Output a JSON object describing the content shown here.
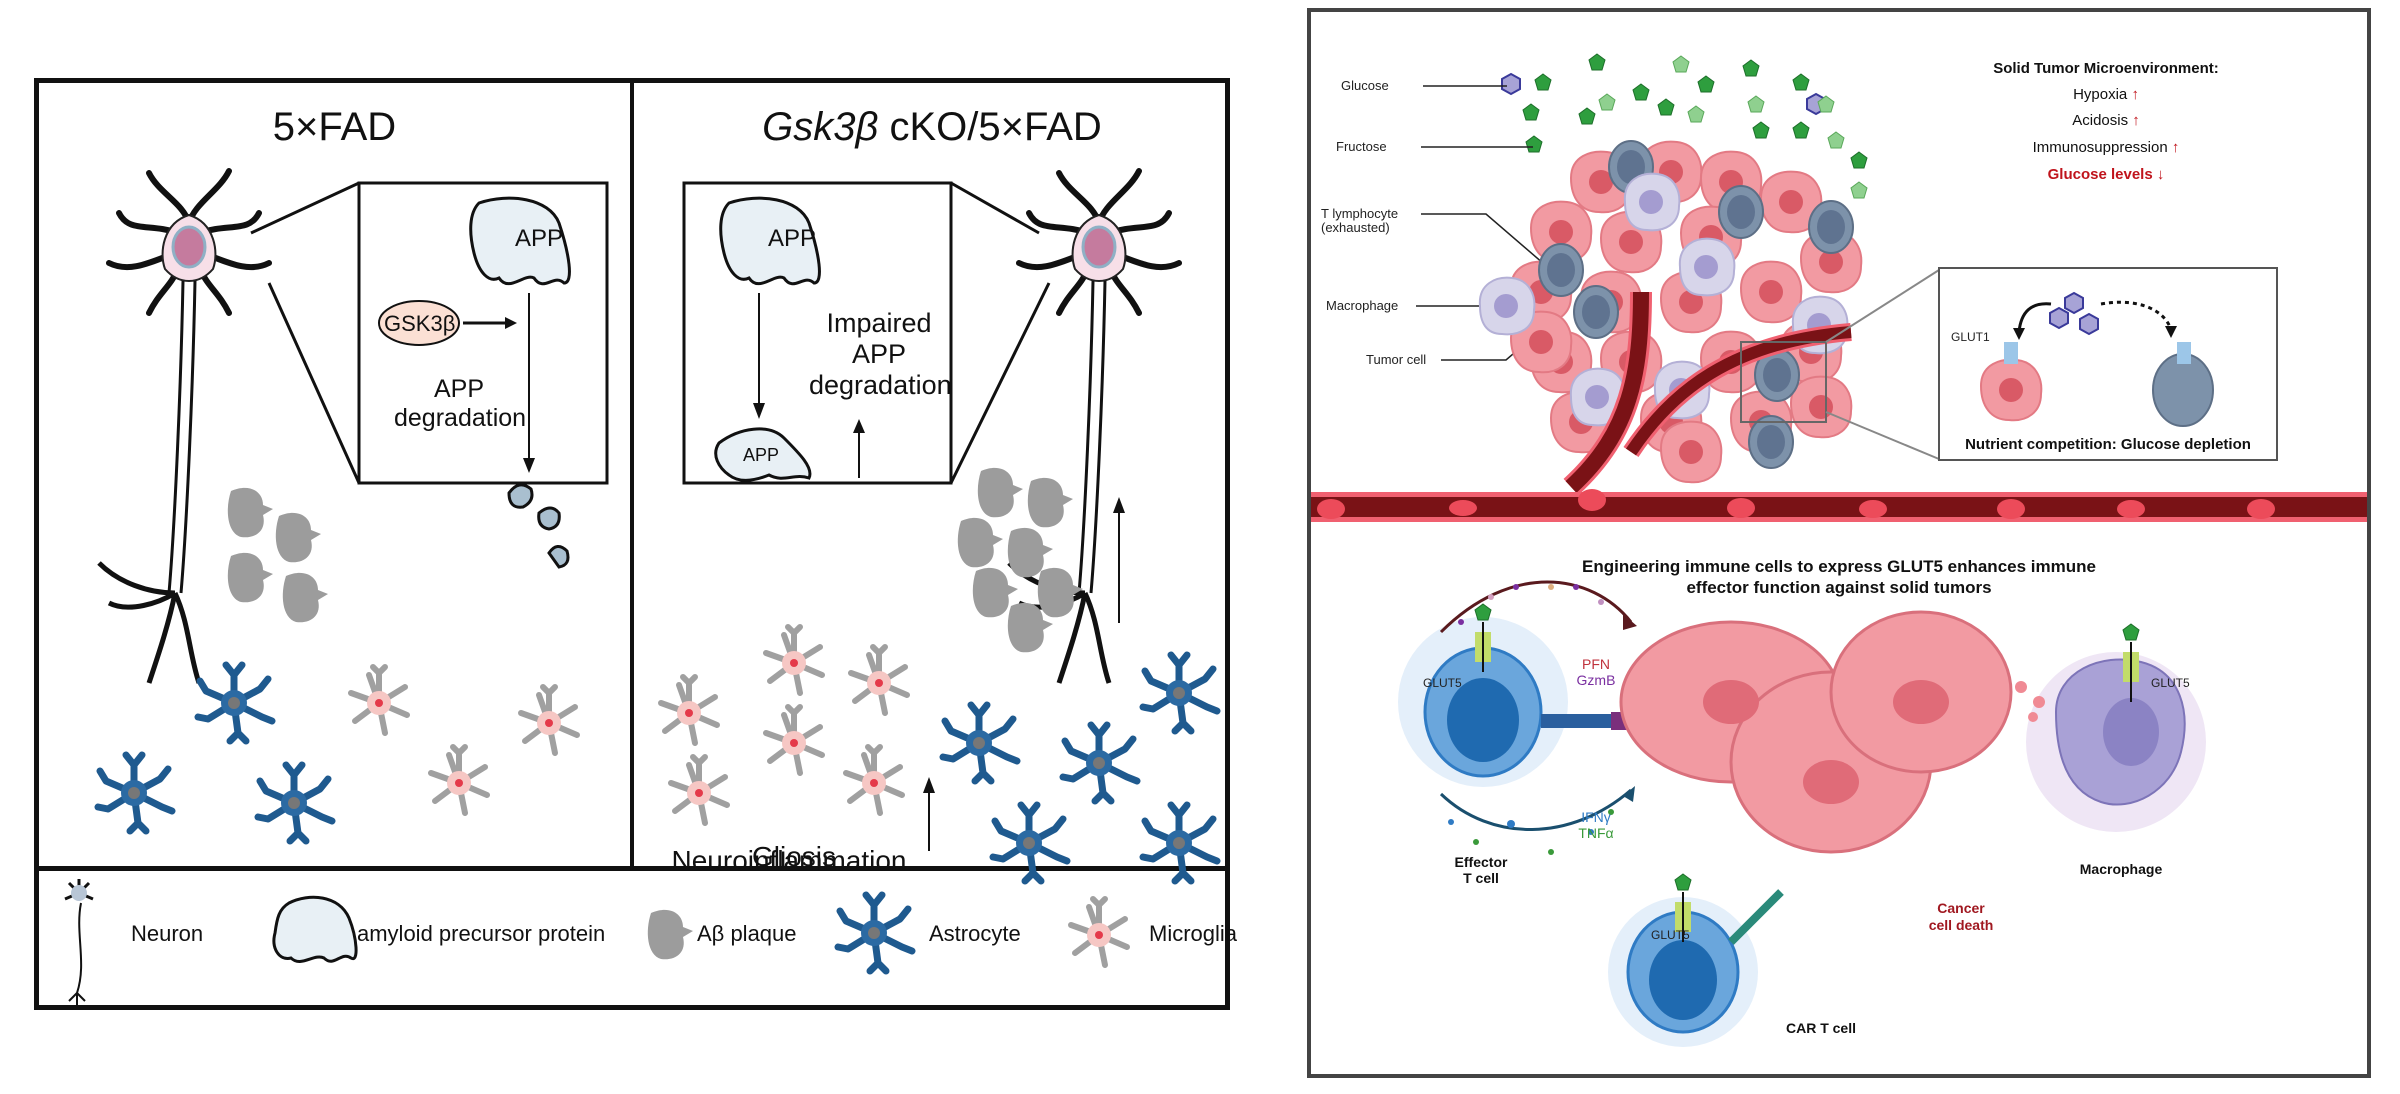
{
  "left_figure": {
    "panels": [
      {
        "title": "5×FAD",
        "inset": {
          "protein": "APP",
          "enzyme": "GSK3β",
          "process": "APP degradation"
        }
      },
      {
        "title_italic": "Gsk3β",
        "title_rest": " cKO/5×FAD",
        "inset": {
          "protein_top": "APP",
          "process": "Impaired APP degradation",
          "protein_bottom": "APP",
          "change": "increase"
        },
        "caption_line1": "Gliosis",
        "caption_line2": "Neuroinflammation",
        "caption_change": "increase",
        "plaque_change": "increase"
      }
    ],
    "legend": [
      {
        "icon": "neuron-icon",
        "label": "Neuron"
      },
      {
        "icon": "app-protein-icon",
        "label": "amyloid precursor protein"
      },
      {
        "icon": "abeta-plaque-icon",
        "label": "Aβ plaque"
      },
      {
        "icon": "astrocyte-icon",
        "label": "Astrocyte"
      },
      {
        "icon": "microglia-icon",
        "label": "Microglia"
      }
    ],
    "colors": {
      "astrocyte": "#1f5a8f",
      "microglia": "#9a9a9a",
      "plaque": "#9b9b9b",
      "app_fill": "#e8f0f5",
      "neuron_soma": "#f7dfe8",
      "gsk3b_fill": "#fbe0d4"
    }
  },
  "right_figure": {
    "top": {
      "labels": {
        "glucose": "Glucose",
        "fructose": "Fructose",
        "t_lymphocyte": "T lymphocyte",
        "t_lymphocyte_sub": "(exhausted)",
        "macrophage": "Macrophage",
        "tumor_cell": "Tumor cell"
      },
      "microenvironment": {
        "title": "Solid Tumor Microenvironment:",
        "items": [
          {
            "label": "Hypoxia",
            "direction": "up"
          },
          {
            "label": "Acidosis",
            "direction": "up"
          },
          {
            "label": "Immunosuppression",
            "direction": "up"
          },
          {
            "label": "Glucose levels",
            "direction": "down",
            "highlight": true
          }
        ]
      },
      "inset": {
        "transporter": "GLUT1",
        "caption": "Nutrient competition: Glucose depletion"
      }
    },
    "bottom": {
      "title_line1": "Engineering immune cells to express GLUT5 enhances immune",
      "title_line2": "effector function against solid tumors",
      "effector": {
        "label_line1": "Effector",
        "label_line2": "T cell",
        "transporter": "GLUT5"
      },
      "car_t": {
        "label": "CAR T cell",
        "transporter": "GLUT5"
      },
      "macrophage": {
        "label": "Macrophage",
        "transporter": "GLUT5"
      },
      "cytotoxic": {
        "line1": "PFN",
        "line2": "GzmB"
      },
      "cytokines": {
        "line1": "IFNγ",
        "line2": "TNFα"
      },
      "outcome_line1": "Cancer",
      "outcome_line2": "cell death"
    },
    "colors": {
      "tumor": "#ef8a92",
      "vessel": "#7a1216",
      "t_cell_blue": "#2f7bc4",
      "glucose_hex": "#3a3a9a",
      "fructose_pent": "#2e9e3e",
      "glut5": "#c2dc6a",
      "highlight_red": "#c0141c",
      "pfn": "#c0323c",
      "gzmb": "#7a2fa0",
      "ifng": "#2f7bc4",
      "tnfa": "#3a9a3a",
      "outcome": "#a01820"
    }
  }
}
